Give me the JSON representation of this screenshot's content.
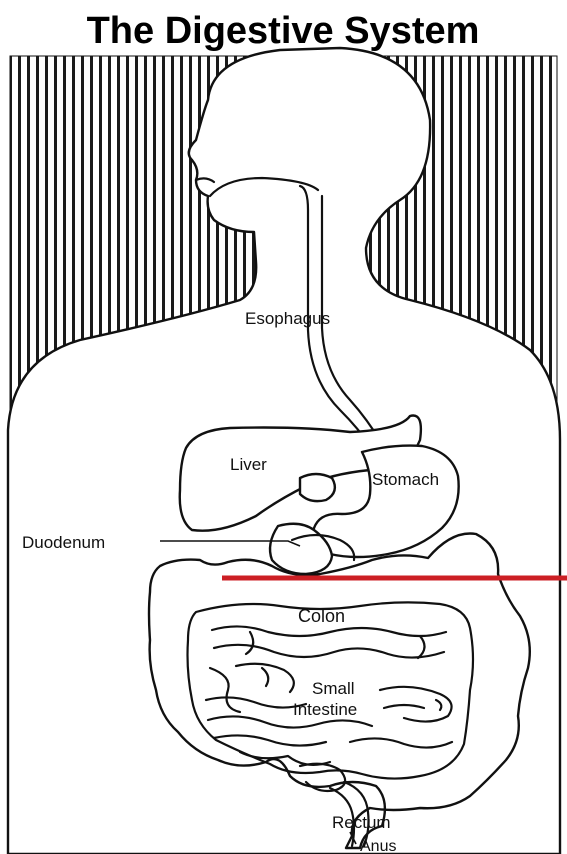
{
  "title": "The Digestive System",
  "labels": {
    "esophagus": "Esophagus",
    "liver": "Liver",
    "stomach": "Stomach",
    "duodenum": "Duodenum",
    "colon": "Colon",
    "small_intestine_line1": "Small",
    "small_intestine_line2": "Intestine",
    "rectum": "Rectum",
    "anus": "Anus"
  },
  "colors": {
    "outline": "#111111",
    "background": "#ffffff",
    "hatching": "#1a1a1a",
    "marker_line": "#cc1f24"
  }
}
